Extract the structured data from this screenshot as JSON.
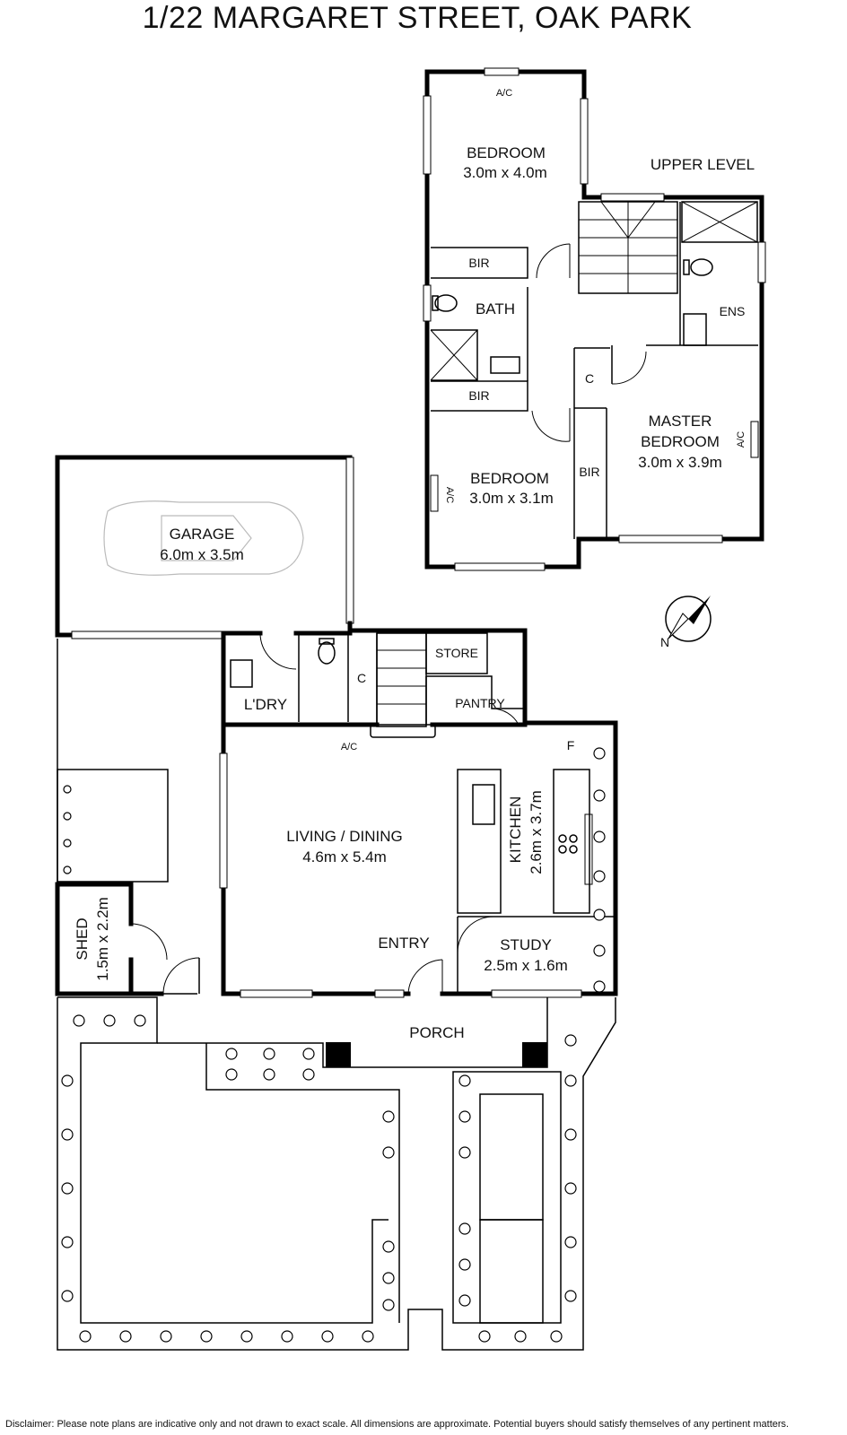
{
  "title": "1/22 MARGARET STREET, OAK PARK",
  "disclaimer": "Disclaimer: Please note plans are indicative only and not drawn to exact scale. All dimensions are approximate. Potential buyers should satisfy themselves of any pertinent matters.",
  "upper_level_label": "UPPER LEVEL",
  "compass_label": "N",
  "rooms": {
    "bedroom_top": {
      "name": "BEDROOM",
      "size": "3.0m x 4.0m"
    },
    "bedroom_lower": {
      "name": "BEDROOM",
      "size": "3.0m x 3.1m"
    },
    "master": {
      "name_1": "MASTER",
      "name_2": "BEDROOM",
      "size": "3.0m x 3.9m"
    },
    "bath": "BATH",
    "ens": "ENS",
    "bir_1": "BIR",
    "bir_2": "BIR",
    "bir_3": "BIR",
    "c_upper": "C",
    "c_lower": "C",
    "garage": {
      "name": "GARAGE",
      "size": "6.0m x 3.5m"
    },
    "laundry": "L'DRY",
    "store": "STORE",
    "pantry": "PANTRY",
    "living": {
      "name": "LIVING / DINING",
      "size": "4.6m x 5.4m"
    },
    "kitchen": {
      "name": "KITCHEN",
      "size": "2.6m x 3.7m"
    },
    "study": {
      "name": "STUDY",
      "size": "2.5m x 1.6m"
    },
    "shed": {
      "name": "SHED",
      "size": "1.5m x 2.2m"
    },
    "entry": "ENTRY",
    "porch": "PORCH",
    "fridge": "F"
  },
  "ac_label": "A/C"
}
